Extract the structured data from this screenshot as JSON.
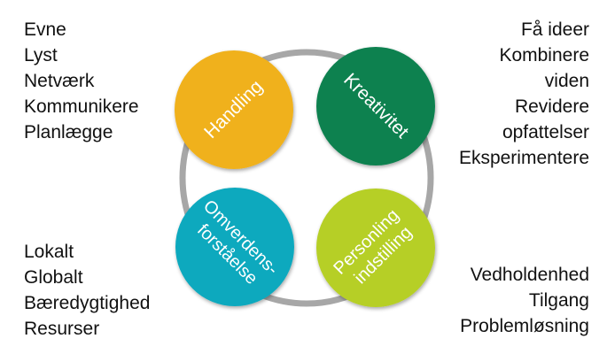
{
  "diagram": {
    "ring_color": "#a7a7a7",
    "quadrants": [
      {
        "key": "top-left",
        "circle_label": [
          "Handling"
        ],
        "circle_color": "#f0b11d",
        "words": [
          "Evne",
          "Lyst",
          "Netværk",
          "Kommunikere",
          "Planlægge"
        ]
      },
      {
        "key": "top-right",
        "circle_label": [
          "Kreativitet"
        ],
        "circle_color": "#0b8150",
        "words": [
          "Få ideer",
          "Kombinere",
          "viden",
          "Revidere",
          "opfattelser",
          "Eksperimentere"
        ]
      },
      {
        "key": "bottom-left",
        "circle_label": [
          "Omverdens-",
          "forståelse"
        ],
        "circle_color": "#0fa9be",
        "words": [
          "Lokalt",
          "Globalt",
          "Bæredygtighed",
          "Resurser"
        ]
      },
      {
        "key": "bottom-right",
        "circle_label": [
          "Personling",
          "indstilling"
        ],
        "circle_color": "#b6cf28",
        "words": [
          "Vedholdenhed",
          "Tilgang",
          "Problemløsning"
        ]
      }
    ]
  }
}
